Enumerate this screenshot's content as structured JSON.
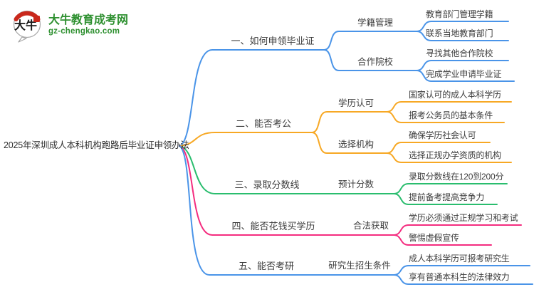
{
  "logo": {
    "icon_text": "大牛",
    "title": "大牛教育成考网",
    "subtitle": "gz-chengkao.com",
    "brand_green": "#2e9030",
    "seal_red": "#c9281c"
  },
  "central_topic": "2025年深圳成人本科机构跑路后毕业证申领办法",
  "colors": {
    "blue": "#4a94e8",
    "orange": "#f7a824",
    "green": "#2abd6e",
    "pink": "#f42c7f",
    "text": "#3c3c3c"
  },
  "branches": [
    {
      "label": "一、如何申领毕业证",
      "color": "#4a94e8",
      "children": [
        {
          "label": "学籍管理",
          "children": [
            "教育部门管理学籍",
            "联系当地教育部门"
          ]
        },
        {
          "label": "合作院校",
          "children": [
            "寻找其他合作院校",
            "完成学业申请毕业证"
          ]
        }
      ]
    },
    {
      "label": "二、能否考公",
      "color": "#f7a824",
      "children": [
        {
          "label": "学历认可",
          "children": [
            "国家认可的成人本科学历",
            "报考公务员的基本条件"
          ]
        },
        {
          "label": "选择机构",
          "children": [
            "确保学历社会认可",
            "选择正规办学资质的机构"
          ]
        }
      ]
    },
    {
      "label": "三、录取分数线",
      "color": "#2abd6e",
      "children": [
        {
          "label": "预计分数",
          "children": [
            "录取分数线在120到200分",
            "提前备考提高竞争力"
          ]
        }
      ]
    },
    {
      "label": "四、能否花钱买学历",
      "color": "#f42c7f",
      "children": [
        {
          "label": "合法获取",
          "children": [
            "学历必须通过正规学习和考试",
            "警惕虚假宣传"
          ]
        }
      ]
    },
    {
      "label": "五、能否考研",
      "color": "#4a94e8",
      "children": [
        {
          "label": "研究生招生条件",
          "children": [
            "成人本科学历可报考研究生",
            "享有普通本科生的法律效力"
          ]
        }
      ]
    }
  ]
}
